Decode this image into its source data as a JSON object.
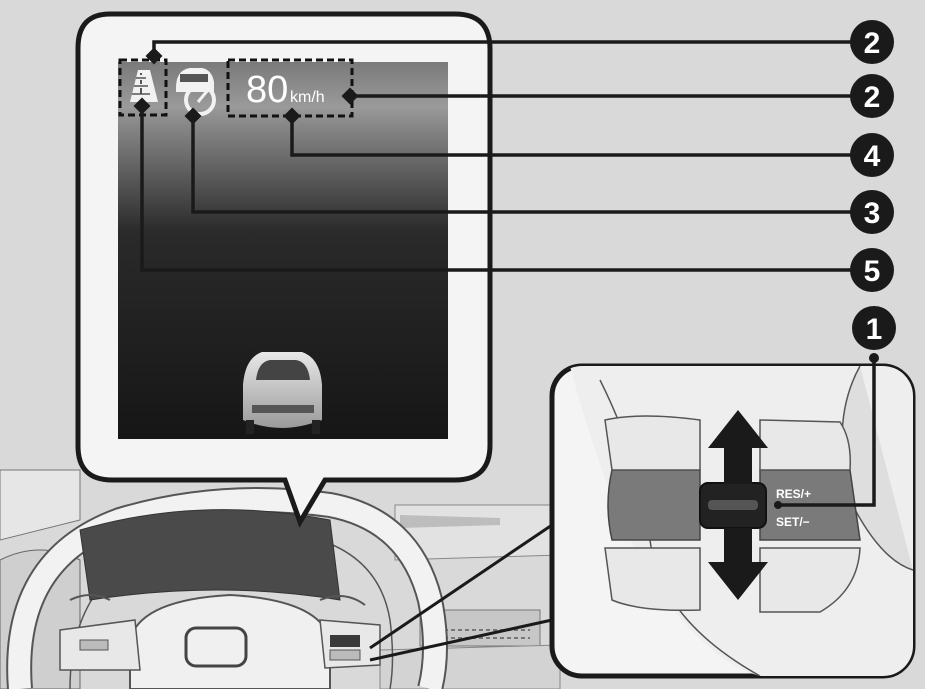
{
  "display": {
    "speed_value": "80",
    "speed_unit": "km/h"
  },
  "control": {
    "res_label": "RES/+",
    "set_label": "SET/−"
  },
  "callouts": [
    {
      "id": "c2a",
      "number": "2"
    },
    {
      "id": "c2b",
      "number": "2"
    },
    {
      "id": "c4",
      "number": "4"
    },
    {
      "id": "c3",
      "number": "3"
    },
    {
      "id": "c5",
      "number": "5"
    },
    {
      "id": "c1",
      "number": "1"
    }
  ],
  "colors": {
    "background": "#d9d9d9",
    "callout_fill": "#1a1a1a",
    "callout_text": "#ffffff",
    "screen_dark": "#1c1c1c",
    "screen_light": "#8e8e8e"
  }
}
